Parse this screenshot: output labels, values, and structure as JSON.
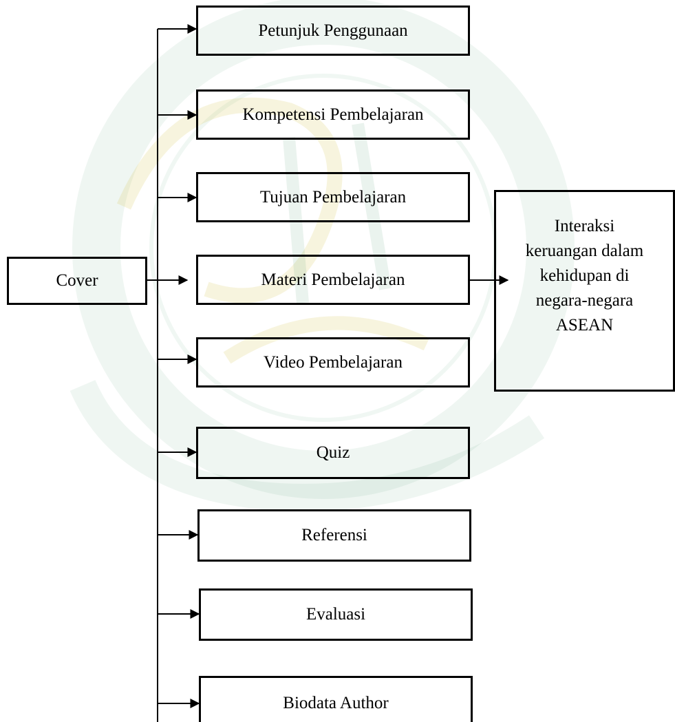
{
  "diagram": {
    "root": {
      "label": "Cover"
    },
    "menu_items": [
      {
        "label": "Petunjuk Penggunaan"
      },
      {
        "label": "Kompetensi Pembelajaran"
      },
      {
        "label": "Tujuan Pembelajaran"
      },
      {
        "label": "Materi Pembelajaran"
      },
      {
        "label": "Video Pembelajaran"
      },
      {
        "label": "Quiz"
      },
      {
        "label": "Referensi"
      },
      {
        "label": "Evaluasi"
      },
      {
        "label": "Biodata Author"
      }
    ],
    "sub_topic": {
      "parent": "Materi Pembelajaran",
      "lines": [
        "Interaksi",
        "keruangan dalam",
        "kehidupan di",
        "negara-negara",
        "ASEAN"
      ]
    },
    "colors": {
      "line": "#000000",
      "box_border": "#000000",
      "watermark_green": "#2e8b57",
      "watermark_gold": "#d4c24a"
    }
  }
}
